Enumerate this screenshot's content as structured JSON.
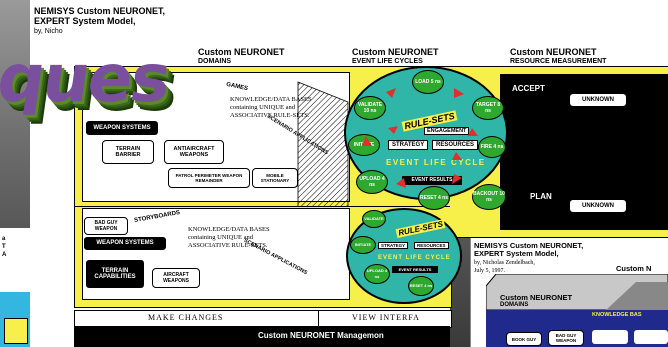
{
  "doc1": {
    "title_line1": "NEMISYS Custom NEURONET,",
    "title_line2": "EXPERT System Model,",
    "title_line3": "by, Nicho",
    "col_domains_1": "Custom NEURONET",
    "col_domains_2": "DOMAINS",
    "col_events_1": "Custom NEURONET",
    "col_events_2": "EVENT LIFE CYCLES",
    "col_resources_1": "Custom NEURONET",
    "col_resources_2": "RESOURCE MEASUREMENT",
    "top_panel": {
      "curved_label": "GAMES",
      "kb_text_1": "KNOWLEDGE/DATA BASES",
      "kb_text_2": "containing UNIQUE and",
      "kb_text_3": "ASSOCIATIVE RULE-SETS.",
      "drum_weapon_systems": "WEAPON SYSTEMS",
      "drum_terrain": "TERRAIN BARRIER",
      "drum_antiaircraft": "ANTIAIRCRAFT WEAPONS",
      "drum_patrol": "PATROL PERIMETER WEAPON REMAINDER",
      "drum_mobile": "MOBILE STATIONARY",
      "scenario_label": "SCENARIO APPLICATIONS"
    },
    "bottom_panel": {
      "curved_label": "STORYBOARDS",
      "kb_text_1": "KNOWLEDGE/DATA BASES",
      "kb_text_2": "containing UNIQUE and",
      "kb_text_3": "ASSOCIATIVE RULE-SETS.",
      "drum_bad_guy": "BAD GUY WEAPON",
      "drum_weapon_systems": "WEAPON SYSTEMS",
      "drum_terrain": "TERRAIN CAPABILITIES",
      "drum_aircraft": "AIRCRAFT WEAPONS",
      "scenario_label": "SCENARIO APPLICATIONS"
    },
    "cycle1": {
      "rule_sets": "RULE-SETS",
      "engagement": "ENGAGEMENT",
      "strategy": "STRATEGY",
      "resources": "RESOURCES",
      "life_cycle": "EVENT LIFE CYCLE",
      "event_results": "EVENT RESULTS",
      "nodes": {
        "load": "LOAD 5 ns",
        "validate": "VALIDATE 10 ns",
        "target": "TARGET 8 ns",
        "initiate": "INITIATE",
        "fire": "FIRE 4 ns",
        "upload": "UPLOAD 4 ns",
        "reset": "RESET 4 ns",
        "backout": "BACKOUT 10 ns"
      }
    },
    "cycle2": {
      "rule_sets": "RULE-SETS",
      "strategy": "STRATEGY",
      "resources": "RESOURCES",
      "life_cycle": "EVENT LIFE CYCLE",
      "event_results": "EVENT RESULTS",
      "nodes": {
        "validate": "VALIDATE",
        "initiate": "INITIATE",
        "upload": "UPLOAD 4 ns",
        "reset": "RESET 4 ns"
      }
    },
    "measurement": {
      "accept": "ACCEPT",
      "unknown1": "UNKNOWN",
      "plan": "PLAN",
      "unknown2": "UNKNOWN"
    },
    "make_changes": "MAKE CHANGES",
    "view_interface": "VIEW INTERFA",
    "footer": "Custom NEURONET Managemon"
  },
  "overlay_word": "ques",
  "doc2": {
    "title_line1": "NEMISYS Custom NEURONET,",
    "title_line2": "EXPERT System Model,",
    "author": "by, Nicholas Zendelbach,",
    "date": "July 5, 1997.",
    "header_right": "Custom N",
    "domains_1": "Custom NEURONET",
    "domains_2": "DOMAINS",
    "kb_strip": "KNOWLEDGE BAS",
    "drum1": "BOOK GUY",
    "drum2": "BAD GUY WEAPON"
  },
  "doc3": {
    "line1": "a",
    "line2": "T",
    "line3": "A"
  },
  "colors": {
    "accent_green": "#2fa82f",
    "yellow": "#f7f04a",
    "teal": "#2fb6a8",
    "word_purple": "#7a4f9e"
  }
}
